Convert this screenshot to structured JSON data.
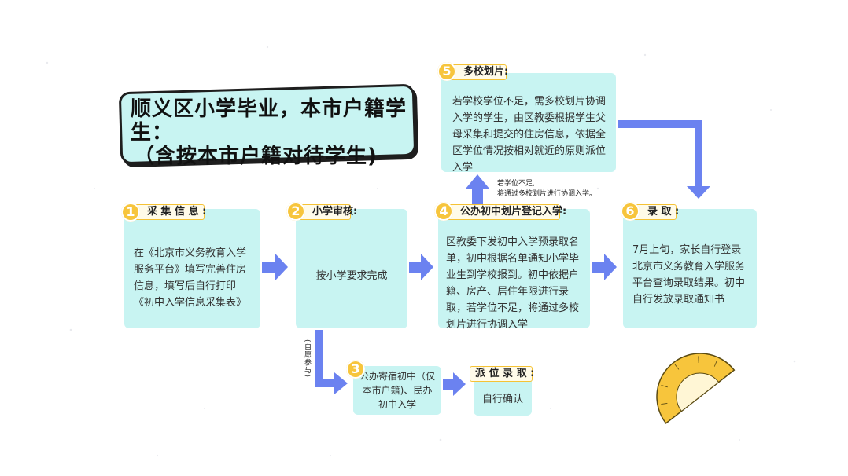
{
  "title": {
    "line1": "顺义区小学毕业，本市户籍学生：",
    "line2": "（含按本市户籍对待学生)"
  },
  "steps": [
    {
      "number": "1",
      "label": "采 集 信 息 :",
      "text": "在《北京市义务教育入学服务平台》填写完善住房信息，填写后自行打印《初中入学信息采集表》"
    },
    {
      "number": "2",
      "label": "小学审核:",
      "text": "按小学要求完成"
    },
    {
      "number": "3",
      "label": "",
      "text": "公办寄宿初中（仅本市户籍)、民办初中入学"
    },
    {
      "number": "4",
      "label": "公办初中划片登记入学:",
      "text": "区教委下发初中入学预录取名单，初中根据名单通知小学毕业生到学校报到。初中依据户籍、房产、居住年限进行录取，若学位不足，将通过多校划片进行协调入学"
    },
    {
      "number": "5",
      "label": "多校划片:",
      "text": "若学校学位不足，需多校划片协调入学的学生，由区教委根据学生父母采集和提交的住房信息，依据全区学位情况按相对就近的原则派位入学"
    },
    {
      "number": "6",
      "label": "录 取 :",
      "text": "7月上旬，家长自行登录北京市义务教育入学服务平台查询录取结果。初中自行发放录取通知书"
    }
  ],
  "dispatch": {
    "label": "派 位 录 取 :",
    "text": "自行确认"
  },
  "notes": {
    "voluntary": "(自愿参与)",
    "insufficient_line1": "若学位不足,",
    "insufficient_line2": "将通过多校划片进行协调入学。"
  },
  "colors": {
    "box_fill": "#c8f4f2",
    "arrow": "#6b82f0",
    "badge": "#f7c53c",
    "tag_border": "#f5c235"
  },
  "icons": {
    "decoration": "protractor-icon"
  }
}
